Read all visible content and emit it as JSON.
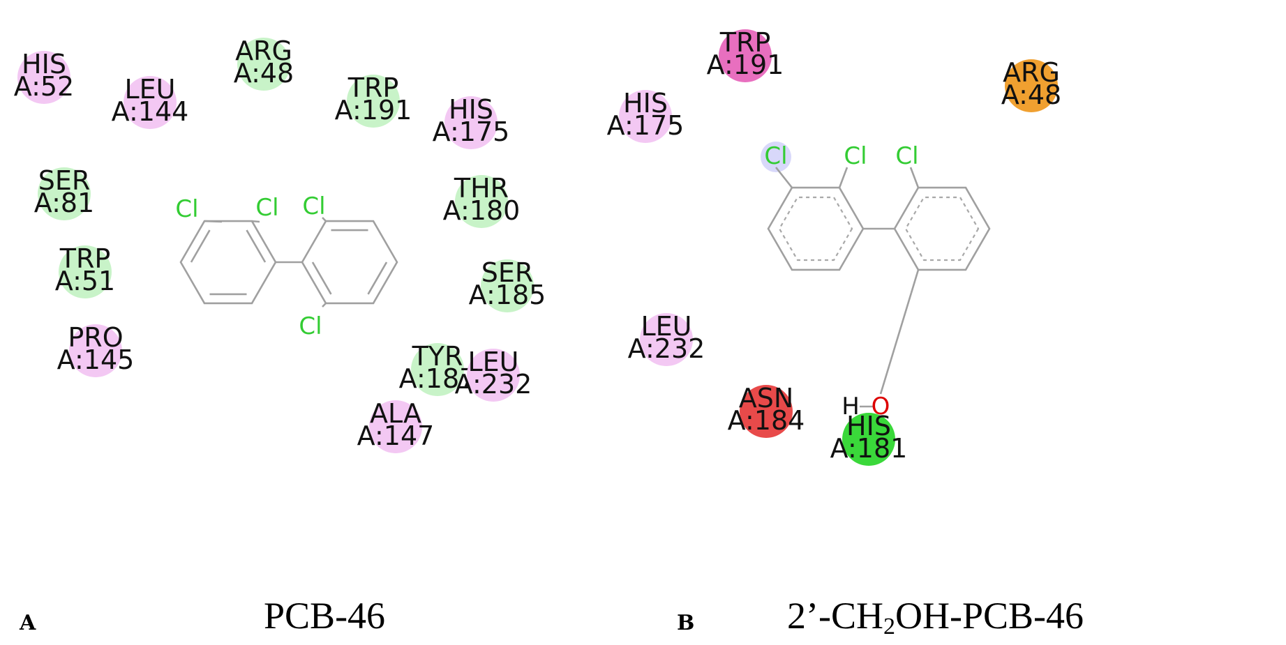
{
  "panels": [
    {
      "id": "A",
      "letter": "A",
      "caption": "PCB-46",
      "residues": [
        {
          "name": "HIS",
          "num": "A:52",
          "color": "#f3c8f3"
        },
        {
          "name": "LEU",
          "num": "A:144",
          "color": "#f3c8f3"
        },
        {
          "name": "ARG",
          "num": "A:48",
          "color": "#c8f3c8"
        },
        {
          "name": "TRP",
          "num": "A:191",
          "color": "#c8f3c8"
        },
        {
          "name": "HIS",
          "num": "A:175",
          "color": "#f3c8f3"
        },
        {
          "name": "SER",
          "num": "A:81",
          "color": "#c8f3c8"
        },
        {
          "name": "THR",
          "num": "A:180",
          "color": "#c8f3c8"
        },
        {
          "name": "TRP",
          "num": "A:51",
          "color": "#c8f3c8"
        },
        {
          "name": "SER",
          "num": "A:185",
          "color": "#c8f3c8"
        },
        {
          "name": "PRO",
          "num": "A:145",
          "color": "#f3c8f3"
        },
        {
          "name": "TYR",
          "num": "A:187",
          "color": "#c8f3c8"
        },
        {
          "name": "LEU",
          "num": "A:232",
          "color": "#f3c8f3"
        },
        {
          "name": "ALA",
          "num": "A:147",
          "color": "#f3c8f3"
        }
      ],
      "atoms": [
        "Cl",
        "Cl",
        "Cl",
        "Cl"
      ]
    },
    {
      "id": "B",
      "letter": "B",
      "caption_parts": [
        "2’-CH",
        "2",
        "OH-PCB-46"
      ],
      "residues": [
        {
          "name": "TRP",
          "num": "A:191",
          "color": "#e86fbf"
        },
        {
          "name": "ARG",
          "num": "A:48",
          "color": "#f0a030"
        },
        {
          "name": "HIS",
          "num": "A:175",
          "color": "#f3c8f3"
        },
        {
          "name": "LEU",
          "num": "A:232",
          "color": "#f3c8f3"
        },
        {
          "name": "ASN",
          "num": "A:184",
          "color": "#e84a4a"
        },
        {
          "name": "HIS",
          "num": "A:181",
          "color": "#3ad83a"
        }
      ],
      "atoms": [
        "Cl",
        "Cl",
        "Cl",
        "H",
        "O"
      ]
    }
  ],
  "colors": {
    "bond": "#a0a0a0",
    "chlorine": "#33cc33",
    "oxygen": "#dd0000",
    "halogen_contact": "#c8c8f8"
  }
}
